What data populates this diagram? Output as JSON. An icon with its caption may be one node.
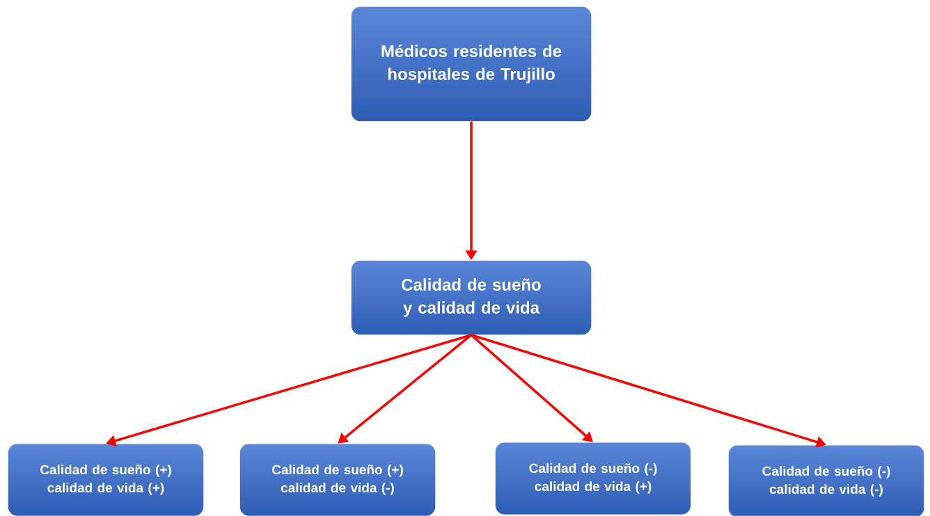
{
  "diagram": {
    "nodes": [
      {
        "text": [
          "Médicos residentes de hospitales de Trujillo"
        ]
      },
      {
        "text": [
          "Calidad de sueño y calidad de vida"
        ]
      },
      {
        "text": [
          "Calidad de sueño (+) calidad de vida (+)"
        ]
      },
      {
        "text": [
          "Calidad de sueño (+) calidad de vida (-)"
        ]
      },
      {
        "text": [
          "Calidad de sueño (-) calidad de vida (+)"
        ]
      },
      {
        "text": [
          "Calidad de sueño (-) calidad de vida (-)"
        ]
      }
    ],
    "edges": [
      {
        "from": 0,
        "to": 1,
        "arrow": "to"
      },
      {
        "from": 1,
        "to": 2,
        "arrow": "to"
      },
      {
        "from": 1,
        "to": 3,
        "arrow": "to"
      },
      {
        "from": 1,
        "to": 4,
        "arrow": "to"
      },
      {
        "from": 1,
        "to": 5,
        "arrow": "to"
      }
    ]
  }
}
